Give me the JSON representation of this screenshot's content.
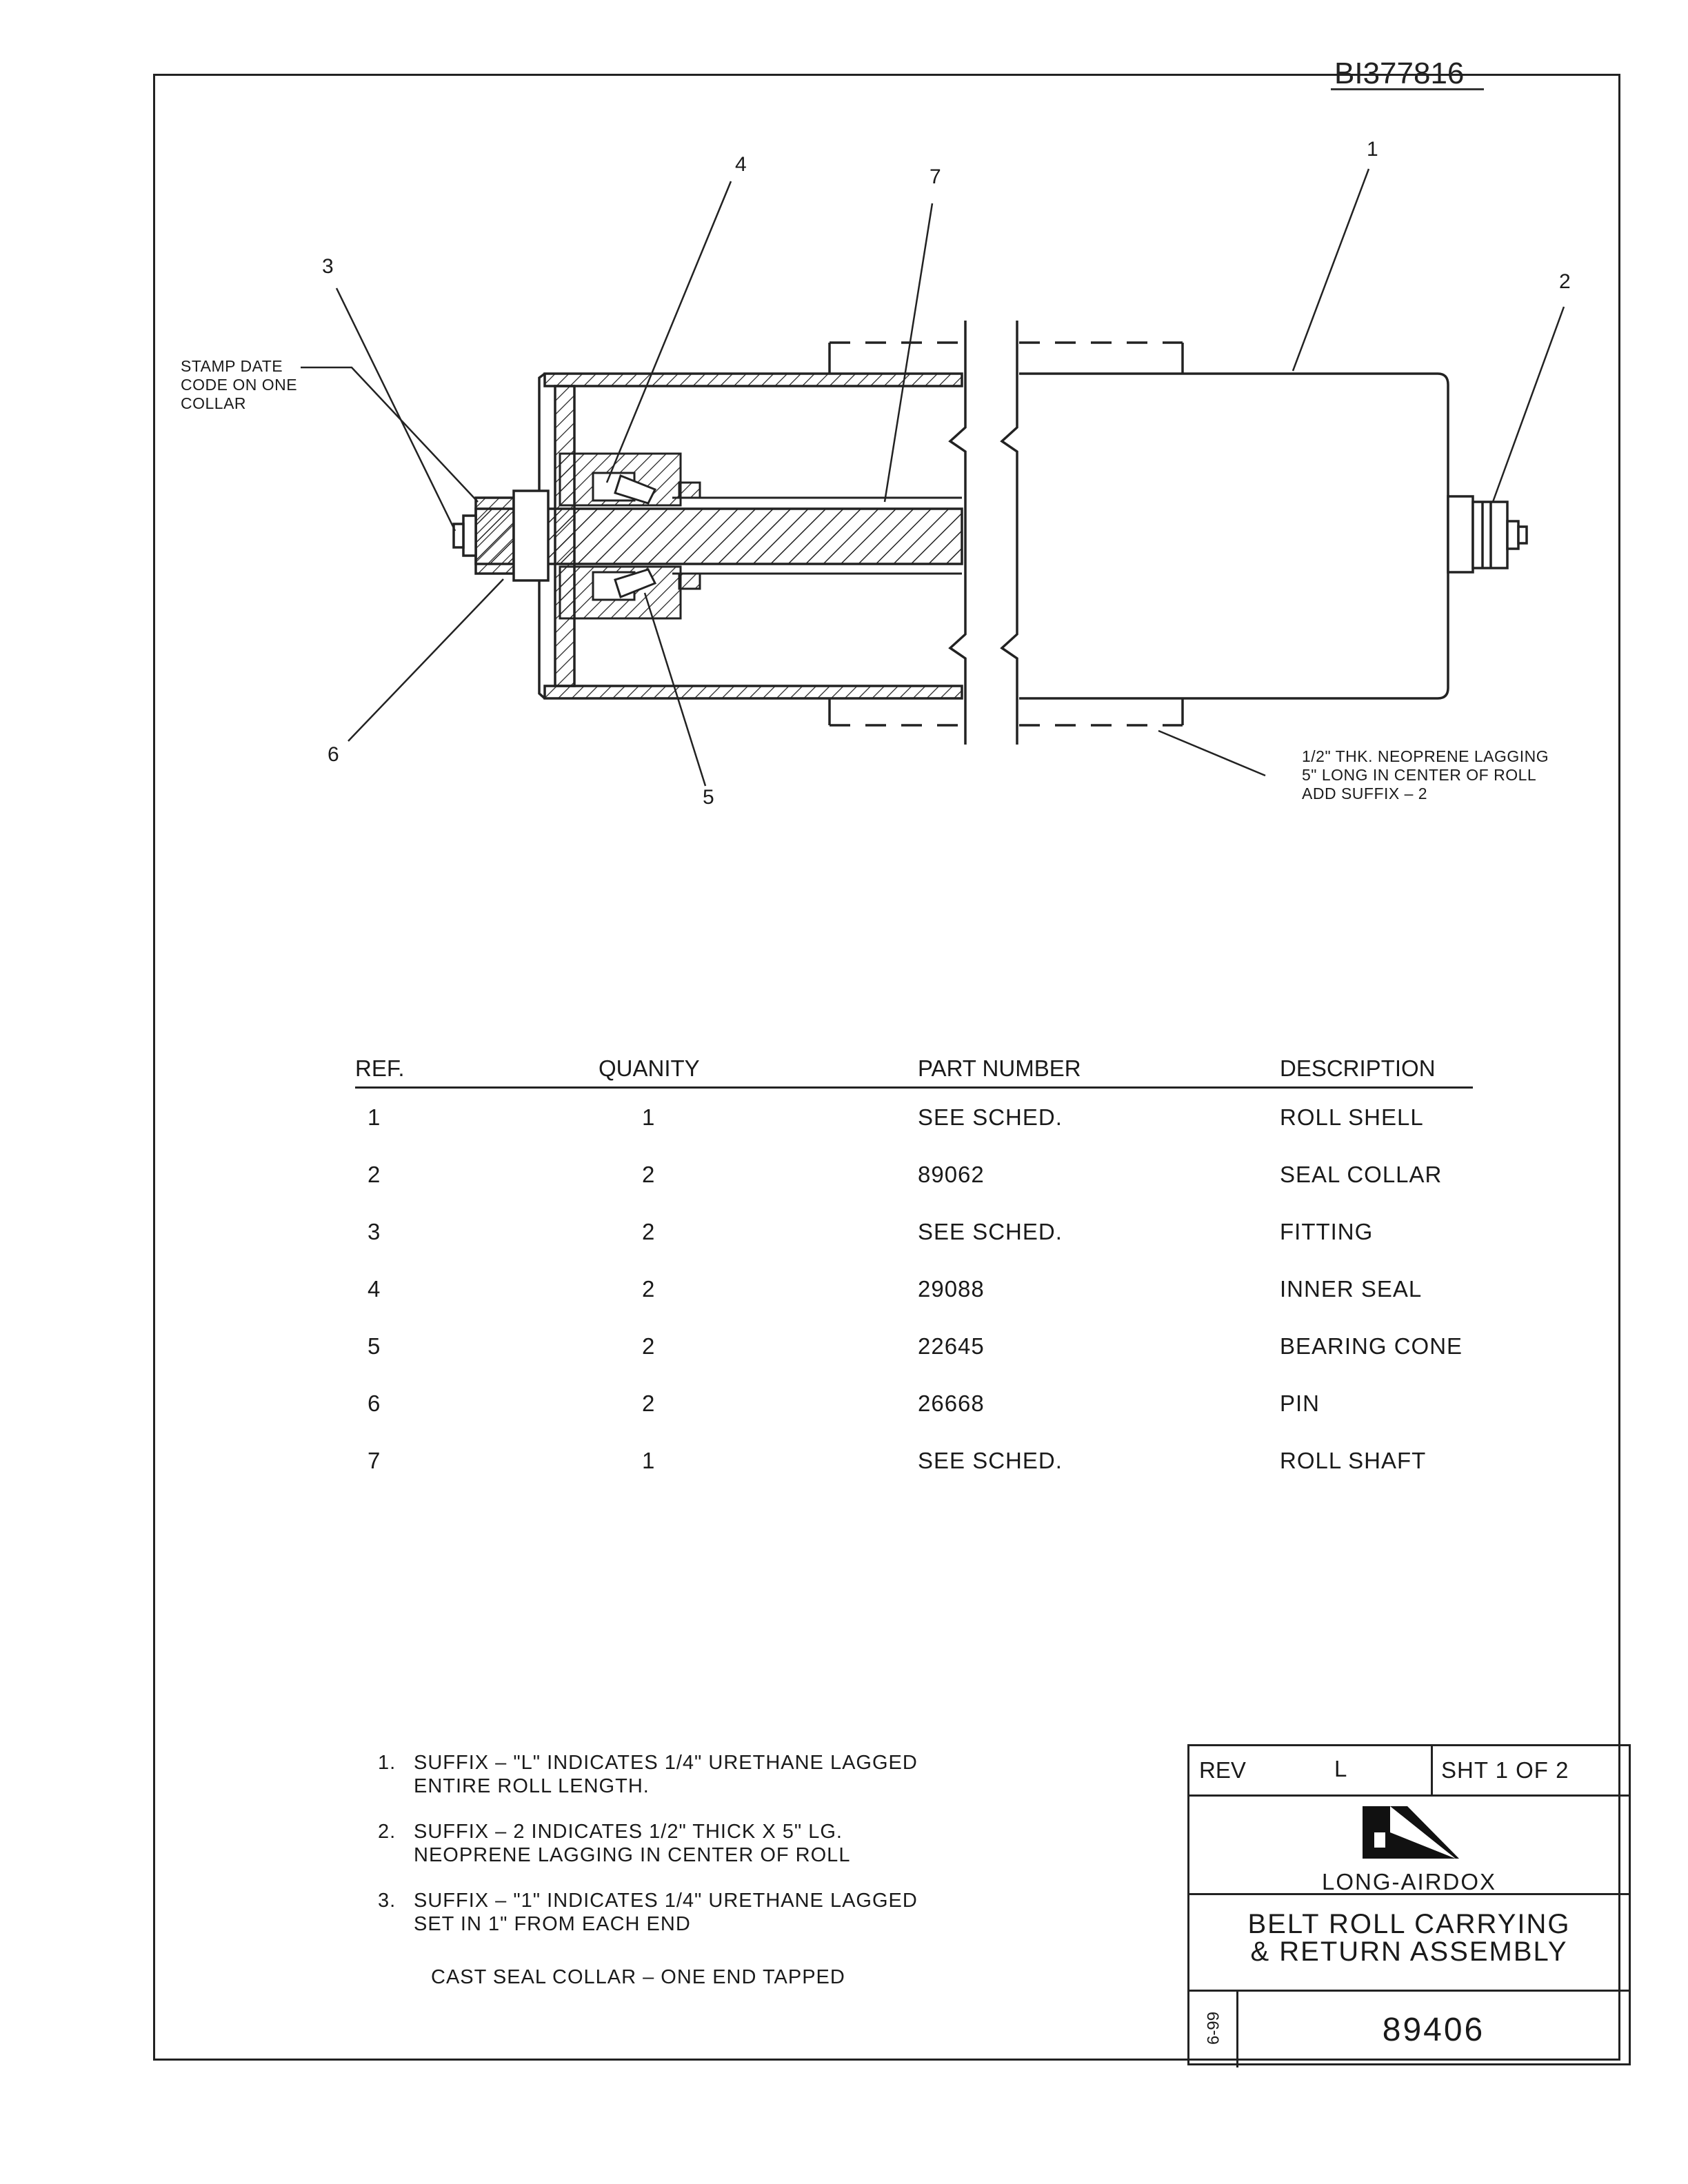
{
  "document": {
    "id_stamp": "BI377816"
  },
  "callouts": {
    "c1": "1",
    "c2": "2",
    "c3": "3",
    "c4": "4",
    "c5": "5",
    "c6": "6",
    "c7": "7"
  },
  "drawing_notes": {
    "stamp": [
      "STAMP DATE",
      "CODE ON ONE",
      "COLLAR"
    ],
    "lagging": [
      "1/2\" THK. NEOPRENE LAGGING",
      "5\" LONG IN CENTER OF ROLL",
      "ADD SUFFIX – 2"
    ]
  },
  "parts_table": {
    "headers": [
      "REF.",
      "QUANITY",
      "PART NUMBER",
      "DESCRIPTION"
    ],
    "rows": [
      [
        "1",
        "1",
        "SEE SCHED.",
        "ROLL SHELL"
      ],
      [
        "2",
        "2",
        "89062",
        "SEAL COLLAR"
      ],
      [
        "3",
        "2",
        "SEE SCHED.",
        "FITTING"
      ],
      [
        "4",
        "2",
        "29088",
        "INNER SEAL"
      ],
      [
        "5",
        "2",
        "22645",
        "BEARING CONE"
      ],
      [
        "6",
        "2",
        "26668",
        "PIN"
      ],
      [
        "7",
        "1",
        "SEE SCHED.",
        "ROLL SHAFT"
      ]
    ]
  },
  "notes": [
    {
      "num": "1.",
      "lines": [
        "SUFFIX – \"L\" INDICATES 1/4\" URETHANE LAGGED",
        "ENTIRE ROLL LENGTH."
      ]
    },
    {
      "num": "2.",
      "lines": [
        "SUFFIX – 2 INDICATES 1/2\" THICK X 5\" LG.",
        "NEOPRENE LAGGING IN CENTER OF ROLL"
      ]
    },
    {
      "num": "3.",
      "lines": [
        "SUFFIX – \"1\" INDICATES 1/4\" URETHANE LAGGED",
        "SET IN 1\" FROM EACH END"
      ]
    }
  ],
  "cast_note": "CAST SEAL COLLAR – ONE END TAPPED",
  "title_block": {
    "rev_label": "REV",
    "rev_value": "L",
    "sheet": "SHT 1   OF 2",
    "company": "LONG-AIRDOX",
    "title_line1": "BELT ROLL CARRYING",
    "title_line2": "& RETURN ASSEMBLY",
    "date": "6-99",
    "drawing_number": "89406"
  },
  "colors": {
    "ink": "#1a1a1a",
    "paper": "#ffffff"
  }
}
